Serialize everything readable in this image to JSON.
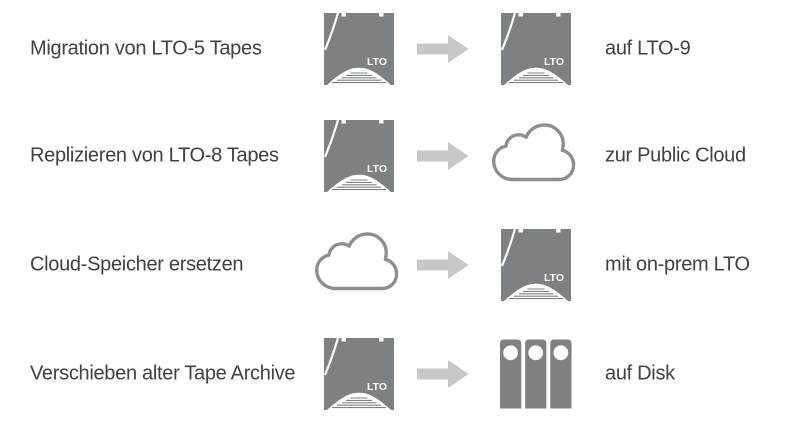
{
  "diagram": {
    "description": "LTO tape migration scenarios",
    "rows": [
      {
        "label": "Migration von LTO-5 Tapes",
        "source_icon": "lto-tape-icon",
        "arrow_icon": "right-arrow-icon",
        "target_icon": "lto-tape-icon",
        "result": "auf LTO-9"
      },
      {
        "label": "Replizieren von LTO-8 Tapes",
        "source_icon": "lto-tape-icon",
        "arrow_icon": "right-arrow-icon",
        "target_icon": "cloud-icon",
        "result": "zur Public Cloud"
      },
      {
        "label": "Cloud-Speicher ersetzen",
        "source_icon": "cloud-icon",
        "arrow_icon": "right-arrow-icon",
        "target_icon": "lto-tape-icon",
        "result": "mit on-prem LTO"
      },
      {
        "label": "Verschieben alter Tape Archive",
        "source_icon": "lto-tape-icon",
        "arrow_icon": "right-arrow-icon",
        "target_icon": "disk-icon",
        "result": "auf Disk"
      }
    ]
  },
  "tape_icon_label": "LTO",
  "colors": {
    "icon_gray": "#7d8184",
    "arrow_gray": "#c6c7c8",
    "cloud_stroke": "#8c8f90",
    "text": "#3f4142",
    "background": "#ffffff"
  }
}
